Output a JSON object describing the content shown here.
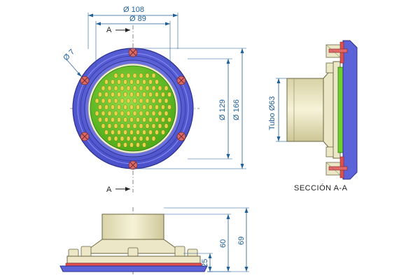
{
  "dimensions": {
    "d108": "Ø 108",
    "d89": "Ø 89",
    "d7": "Ø 7",
    "d129": "Ø 129",
    "d166": "Ø 166",
    "h25": "25",
    "h60": "60",
    "h69": "69"
  },
  "labels": {
    "section_marker_top": "A",
    "section_marker_bottom": "A",
    "tube": "Tubo Ø63",
    "section_title": "SECCIÓN A-A"
  },
  "colors": {
    "flange": "#5c63d8",
    "flange_dark": "#3a3fa8",
    "grate": "#66cc22",
    "holes": "#e6d34a",
    "body": "#f0ecc8",
    "seal": "#e05050",
    "dimension": "#1f5f9a"
  }
}
